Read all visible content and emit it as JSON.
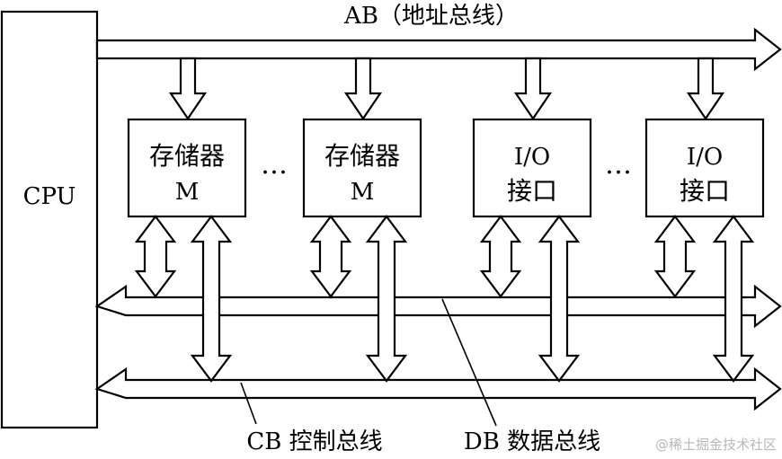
{
  "diagram": {
    "cpu": {
      "label": "CPU"
    },
    "address_bus": {
      "label": "AB（地址总线）"
    },
    "data_bus": {
      "label": "DB 数据总线"
    },
    "control_bus": {
      "label": "CB 控制总线"
    },
    "modules": [
      {
        "line1": "存储器",
        "line2": "M"
      },
      {
        "line1": "存储器",
        "line2": "M"
      },
      {
        "line1": "I/O",
        "line2": "接口"
      },
      {
        "line1": "I/O",
        "line2": "接口"
      }
    ],
    "ellipses": [
      "…",
      "…"
    ]
  },
  "watermark": "@稀土掘金技术社区"
}
